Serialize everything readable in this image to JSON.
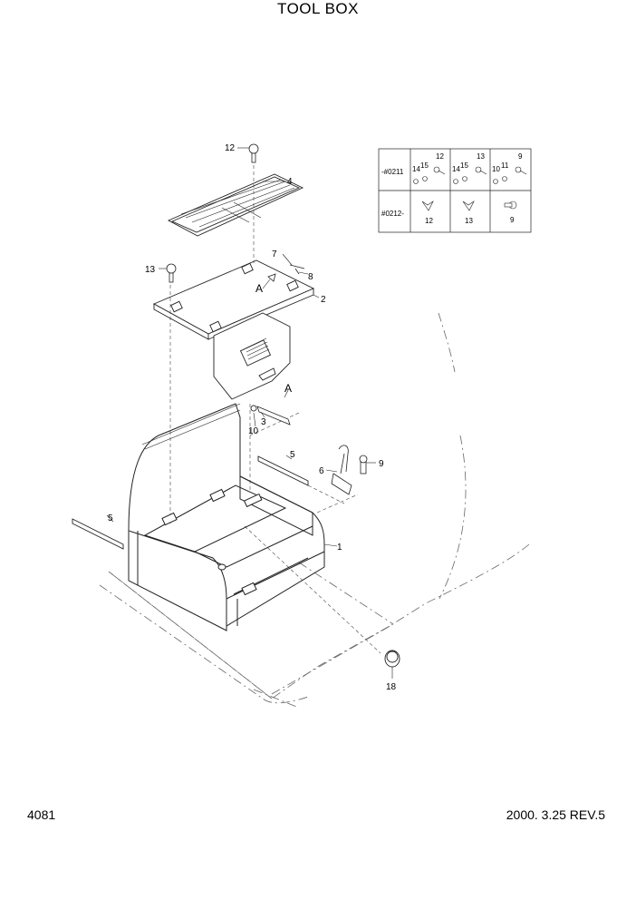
{
  "title": "TOOL BOX",
  "page_number": "4081",
  "revision": "2000. 3.25 REV.5",
  "view_marker": "A",
  "callouts": {
    "c1": "1",
    "c2": "2",
    "c3": "3",
    "c4": "4",
    "c5a": "5",
    "c5b": "5",
    "c6": "6",
    "c7": "7",
    "c8": "8",
    "c9": "9",
    "c10": "10",
    "c12": "12",
    "c13": "13",
    "c18": "18"
  },
  "serial_table": {
    "row1_label": "-#0211",
    "row2_label": "#0212-",
    "row1_cells": [
      {
        "a": "14",
        "b": "15",
        "c": "12"
      },
      {
        "a": "14",
        "b": "15",
        "c": "13"
      },
      {
        "a": "10",
        "b": "11",
        "c": "9"
      }
    ],
    "row2_cells": [
      "12",
      "13",
      "9"
    ]
  }
}
